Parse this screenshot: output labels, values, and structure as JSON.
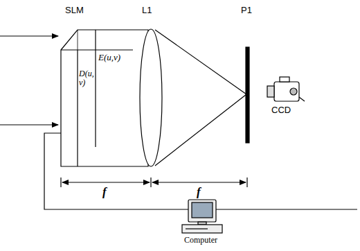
{
  "diagram": {
    "labels": [
      "SLM",
      "L1",
      "P1",
      "E(u,v)",
      "D(u,v)",
      "CCD",
      "f",
      "f",
      "Computer"
    ]
  }
}
